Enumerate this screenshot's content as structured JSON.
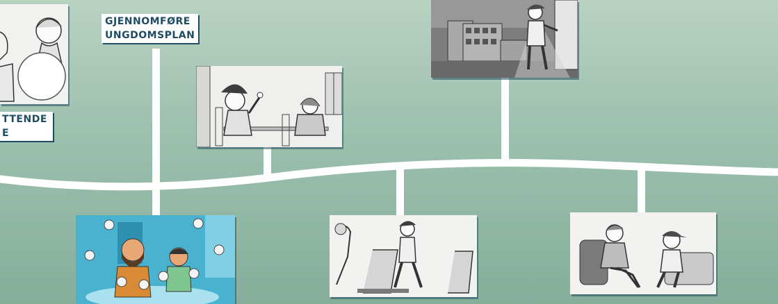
{
  "labels": {
    "left_partial_line1": "TTENDE",
    "left_partial_line2": "E",
    "center_line1": "GJENNOMFØRE",
    "center_line2": "UNGDOMSPLAN"
  },
  "colors": {
    "background_top": "#b9d2c2",
    "background_bottom": "#86ae9b",
    "timeline": "#ffffff",
    "label_text": "#1f4c63",
    "meeting_bg": "#49b3cf"
  },
  "panels": [
    {
      "id": "panel-top-left",
      "content": "two-adults-illustration"
    },
    {
      "id": "panel-classroom",
      "content": "boy-raising-hand-classroom"
    },
    {
      "id": "panel-street",
      "content": "boy-walking-out-door"
    },
    {
      "id": "panel-meeting",
      "content": "family-meeting-video-call"
    },
    {
      "id": "panel-treadmill",
      "content": "boy-on-treadmill"
    },
    {
      "id": "panel-counselor",
      "content": "counselor-talking-with-boy"
    }
  ]
}
